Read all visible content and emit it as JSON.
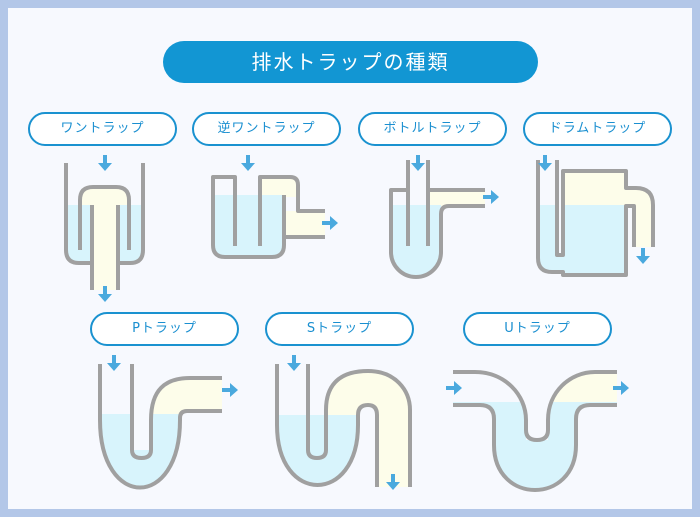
{
  "title": "排水トラップの種類",
  "traps": [
    {
      "label": "ワントラップ"
    },
    {
      "label": "逆ワントラップ"
    },
    {
      "label": "ボトルトラップ"
    },
    {
      "label": "ドラムトラップ"
    },
    {
      "label": "Pトラップ"
    },
    {
      "label": "Sトラップ"
    },
    {
      "label": "Uトラップ"
    }
  ],
  "colors": {
    "accent": "#1296d3",
    "pipe": "#a0a0a0",
    "water": "#d8f4fc",
    "air": "#fdfdea",
    "arrow": "#4aa9de",
    "frame": "#b3c7e8"
  }
}
